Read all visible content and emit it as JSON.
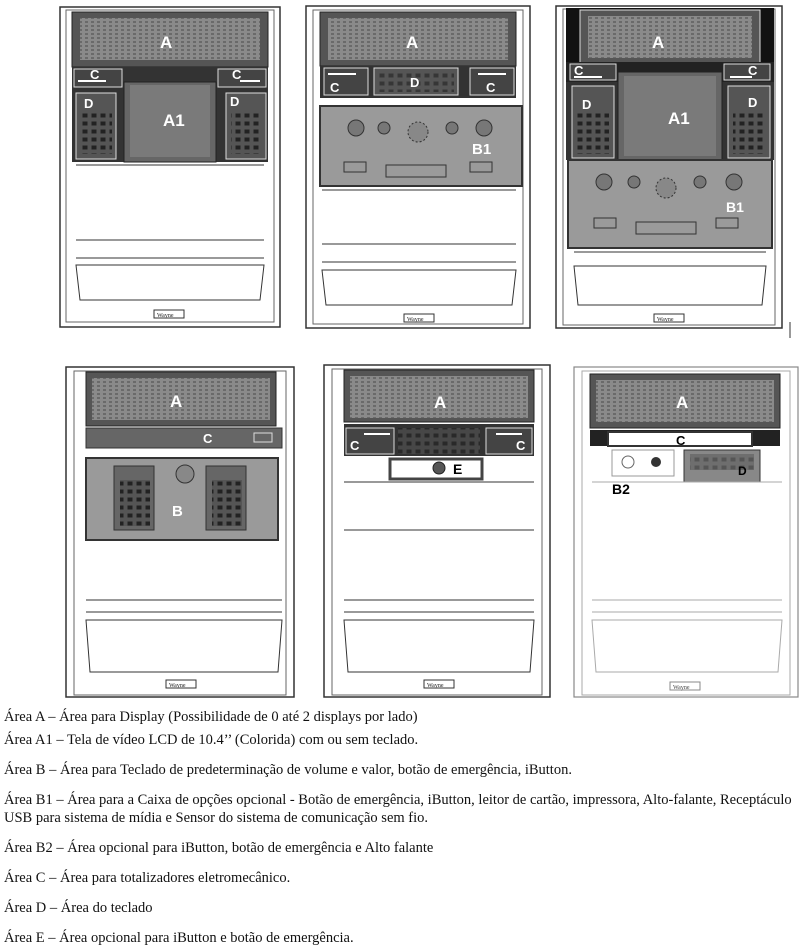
{
  "diagram": {
    "units": [
      {
        "id": "u1",
        "labels": {
          "a": "A",
          "a1": "A1",
          "c_left": "C",
          "c_right": "C",
          "d_left": "D",
          "d_right": "D"
        }
      },
      {
        "id": "u2",
        "labels": {
          "a": "A",
          "c_left": "C",
          "c_right": "C",
          "d": "D",
          "b1": "B1"
        }
      },
      {
        "id": "u3",
        "labels": {
          "a": "A",
          "a1": "A1",
          "c_left": "C",
          "c_right": "C",
          "d_left": "D",
          "d_right": "D",
          "b1": "B1"
        }
      },
      {
        "id": "u4",
        "labels": {
          "a": "A",
          "c": "C",
          "b": "B"
        }
      },
      {
        "id": "u5",
        "labels": {
          "a": "A",
          "c_left": "C",
          "c_right": "C",
          "e": "E"
        }
      },
      {
        "id": "u6",
        "labels": {
          "a": "A",
          "c": "C",
          "d": "D",
          "b2": "B2"
        }
      }
    ],
    "brand": "Wayne"
  },
  "legend": [
    "Área A – Área para Display (Possibilidade de 0 até 2 displays por lado)",
    "Área A1 – Tela de vídeo LCD de 10.4’’ (Colorida) com ou sem teclado.",
    "Área B – Área para Teclado de predeterminação de volume e valor, botão de emergência, iButton.",
    "Área B1 – Área para a Caixa de opções opcional - Botão de emergência, iButton, leitor de cartão, impressora, Alto-falante, Receptáculo USB para sistema de mídia e Sensor do sistema de comunicação sem fio.",
    "Área B2 – Área opcional para iButton, botão de emergência e Alto falante",
    "Área C – Área para totalizadores eletromecânico.",
    "Área D – Área do teclado",
    "Área E – Área opcional para iButton e botão de emergência."
  ]
}
